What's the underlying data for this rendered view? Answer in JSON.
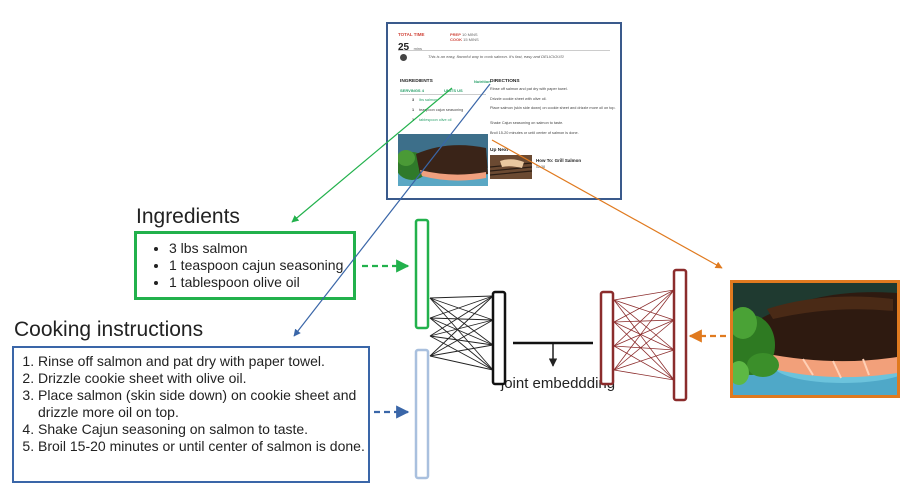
{
  "recipe_page": {
    "total_time_label": "TOTAL TIME",
    "total_time_value": "25",
    "total_time_unit": "mins",
    "prep_label": "PREP",
    "prep_value": "10 MINS",
    "cook_label": "COOK",
    "cook_value": "15 MINS",
    "description": "This is an easy, flavorful way to cook salmon. It's fast, easy and DELICIOUS!",
    "ingredients_heading": "INGREDIENTS",
    "nutrition_link": "Nutrition",
    "directions_heading": "DIRECTIONS",
    "servings": "SERVINGS 4",
    "units": "UNITS US",
    "ingredients": [
      {
        "qty": "3",
        "name": "lbs salmon"
      },
      {
        "qty": "1",
        "name": "teaspoon cajun seasoning"
      },
      {
        "qty": "1",
        "name": "tablespoon olive oil"
      }
    ],
    "directions": [
      "Rinse off salmon and pat dry with paper towel.",
      "Drizzle cookie sheet with olive oil.",
      "Place salmon (skin side down) on cookie sheet and drizzle more oil on top.",
      "Shake Cajun seasoning on salmon to taste.",
      "Broil 15-20 minutes or until center of salmon is done."
    ],
    "up_next": "Up Next",
    "video_title": "How To: Grill Salmon",
    "video_time": "02:38"
  },
  "ingredients_section": {
    "title": "Ingredients",
    "items": [
      "3 lbs salmon",
      "1 teaspoon cajun seasoning",
      "1 tablespoon olive oil"
    ]
  },
  "instructions_section": {
    "title": "Cooking instructions",
    "items": [
      "Rinse off salmon and pat dry with paper towel.",
      "Drizzle cookie sheet with olive oil.",
      "Place salmon (skin side down) on cookie sheet and drizzle more oil on top.",
      "Shake Cajun seasoning on salmon to taste.",
      "Broil 15-20 minutes or until center of salmon is done."
    ]
  },
  "joint_embedding_label": "joint embeddding",
  "colors": {
    "ingredients": "#22b14c",
    "instructions": "#3a66a8",
    "instructions_light": "#a9c0de",
    "image": "#e07a1f",
    "image_network": "#8b2c2c",
    "recipe_frame": "#3a5a8c"
  }
}
